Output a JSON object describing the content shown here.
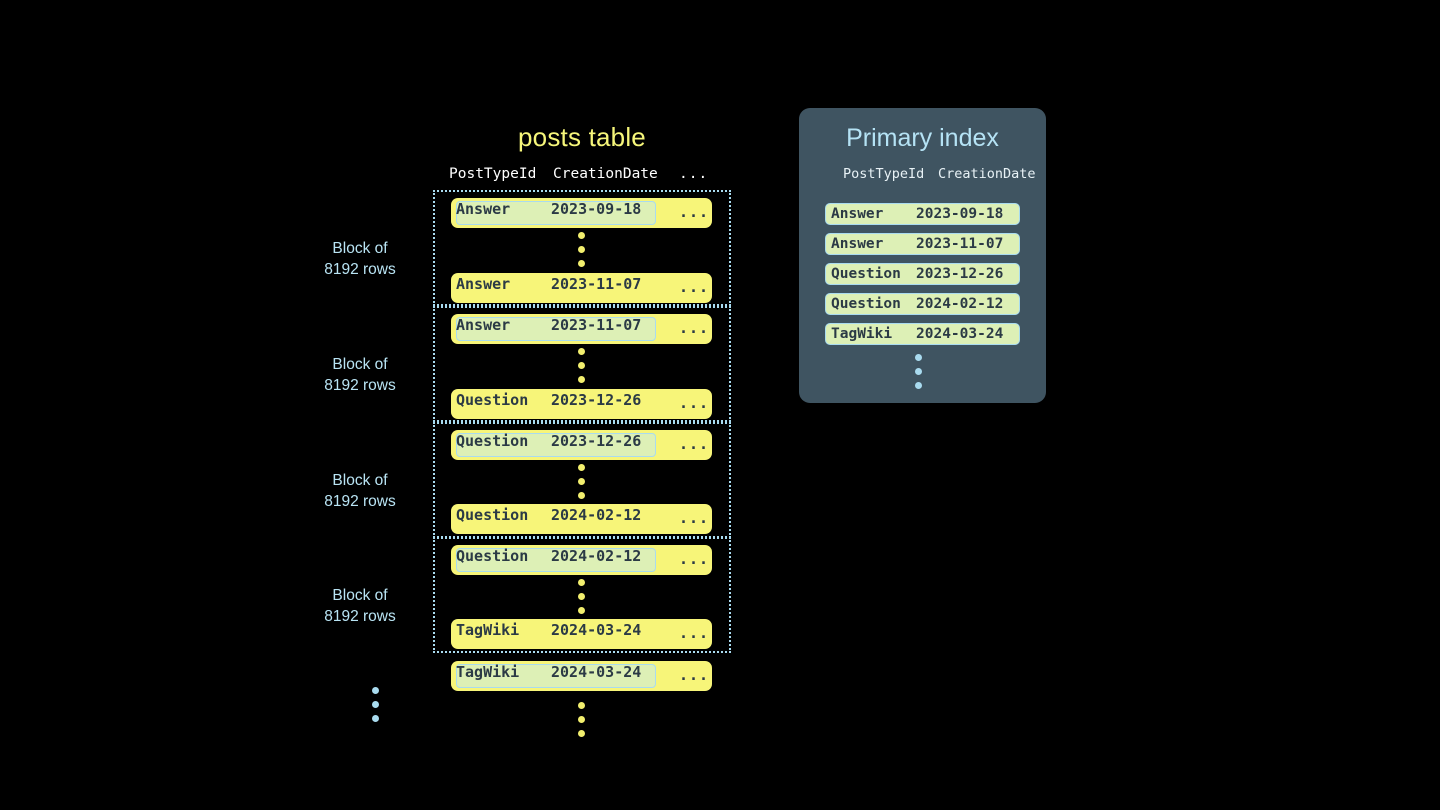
{
  "background": "#000000",
  "colors": {
    "row_yellow": "#f7f579",
    "highlight_green": "#ddf0b6",
    "accent_blue": "#a9dbef",
    "panel_bg": "#3f5461",
    "title_yellow": "#f6f67a",
    "text_dark": "#2b3a45"
  },
  "posts_table": {
    "title": "posts table",
    "headers": {
      "post_type_id": "PostTypeId",
      "creation_date": "CreationDate",
      "more": "..."
    },
    "blocks": [
      {
        "label_line1": "Block of",
        "label_line2": "8192 rows",
        "first_row": {
          "post_type_id": "Answer",
          "creation_date": "2023-09-18",
          "more": "...",
          "highlight": true
        },
        "last_row": {
          "post_type_id": "Answer",
          "creation_date": "2023-11-07",
          "more": "...",
          "highlight": false
        }
      },
      {
        "label_line1": "Block of",
        "label_line2": "8192 rows",
        "first_row": {
          "post_type_id": "Answer",
          "creation_date": "2023-11-07",
          "more": "...",
          "highlight": true
        },
        "last_row": {
          "post_type_id": "Question",
          "creation_date": "2023-12-26",
          "more": "...",
          "highlight": false
        }
      },
      {
        "label_line1": "Block of",
        "label_line2": "8192 rows",
        "first_row": {
          "post_type_id": "Question",
          "creation_date": "2023-12-26",
          "more": "...",
          "highlight": true
        },
        "last_row": {
          "post_type_id": "Question",
          "creation_date": "2024-02-12",
          "more": "...",
          "highlight": false
        }
      },
      {
        "label_line1": "Block of",
        "label_line2": "8192 rows",
        "first_row": {
          "post_type_id": "Question",
          "creation_date": "2024-02-12",
          "more": "...",
          "highlight": true
        },
        "last_row": {
          "post_type_id": "TagWiki",
          "creation_date": "2024-03-24",
          "more": "...",
          "highlight": false
        }
      }
    ],
    "trailing_row": {
      "post_type_id": "TagWiki",
      "creation_date": "2024-03-24",
      "more": "...",
      "highlight": true
    }
  },
  "primary_index": {
    "title": "Primary index",
    "headers": {
      "post_type_id": "PostTypeId",
      "creation_date": "CreationDate"
    },
    "rows": [
      {
        "post_type_id": "Answer",
        "creation_date": "2023-09-18"
      },
      {
        "post_type_id": "Answer",
        "creation_date": "2023-11-07"
      },
      {
        "post_type_id": "Question",
        "creation_date": "2023-12-26"
      },
      {
        "post_type_id": "Question",
        "creation_date": "2024-02-12"
      },
      {
        "post_type_id": "TagWiki",
        "creation_date": "2024-03-24"
      }
    ]
  }
}
